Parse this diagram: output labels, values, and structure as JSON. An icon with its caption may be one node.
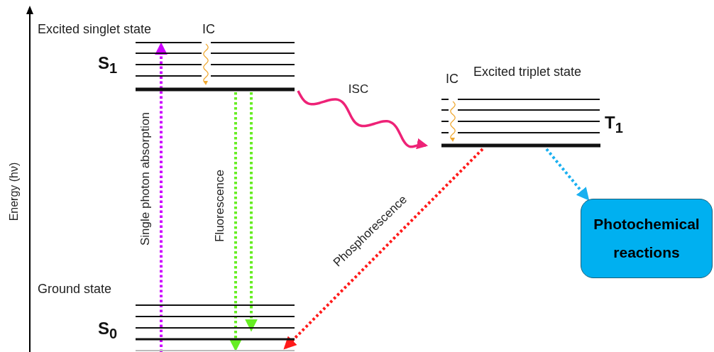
{
  "diagram": {
    "nodes": [
      {
        "text": [
          "Excited singlet state",
          "S$_{1}$"
        ]
      },
      {
        "text": [
          "Excited triplet state",
          "T$_{1}$"
        ]
      },
      {
        "text": [
          "Ground state",
          "S$_{0}$"
        ]
      },
      {
        "text": [
          "Photochemical reactions"
        ]
      }
    ],
    "edges": [
      {
        "from": 2,
        "to": 0,
        "arrow": "to",
        "label": "Single photon absorption",
        "style": "dashed",
        "color": "#cc00ff"
      },
      {
        "from": 0,
        "to": 2,
        "arrow": "to",
        "label": "Fluorescence",
        "style": "dashed",
        "color": "#66ee22"
      },
      {
        "from": 0,
        "to": 2,
        "arrow": "to",
        "style": "dashed",
        "color": "#66ee22"
      },
      {
        "from": 0,
        "to": 1,
        "arrow": "to",
        "label": "ISC",
        "color": "#ee2277"
      },
      {
        "from": 1,
        "to": 2,
        "arrow": "to",
        "label": "Phosphorescence",
        "style": "dashed",
        "color": "#ff1a1a"
      },
      {
        "from": 1,
        "to": 3,
        "arrow": "to",
        "style": "dashed",
        "color": "#1ab0f0"
      }
    ],
    "labels": [
      "Energy (hν)",
      "IC",
      "IC"
    ]
  }
}
